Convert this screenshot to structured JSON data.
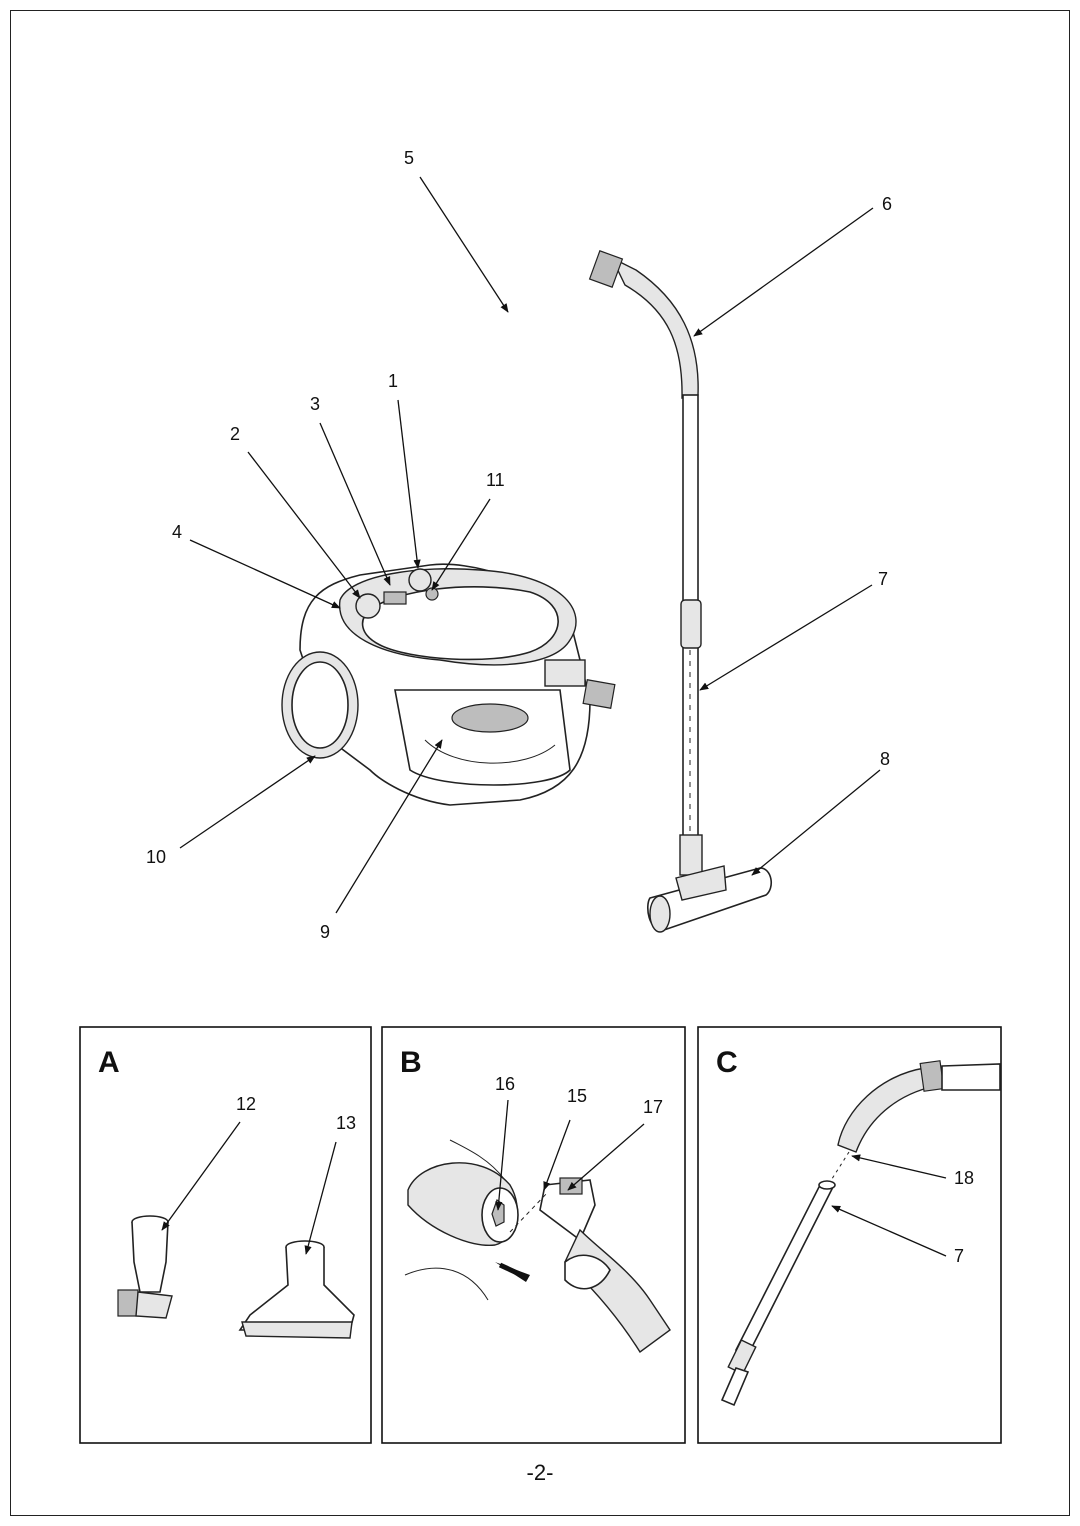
{
  "diagram": {
    "main_labels": {
      "l1": "1",
      "l2": "2",
      "l3": "3",
      "l4": "4",
      "l5": "5",
      "l6": "6",
      "l7": "7",
      "l8": "8",
      "l9": "9",
      "l10": "10",
      "l11": "11"
    },
    "panels": {
      "a": {
        "letter": "A",
        "l12": "12",
        "l13": "13"
      },
      "b": {
        "letter": "B",
        "l15": "15",
        "l16": "16",
        "l17": "17"
      },
      "c": {
        "letter": "C",
        "l18": "18",
        "l7": "7"
      }
    }
  },
  "page_number": "-2-"
}
